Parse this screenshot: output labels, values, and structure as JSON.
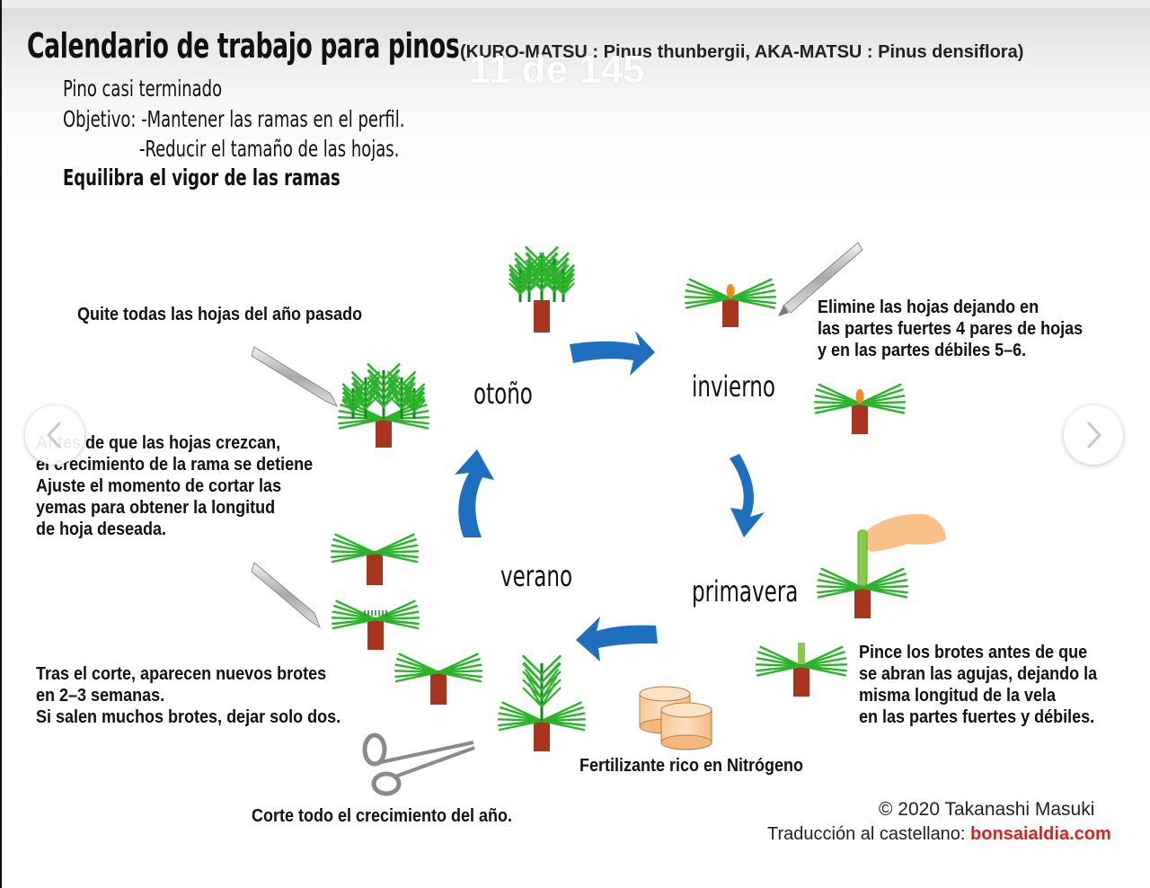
{
  "title": "Calendario de trabajo para pinos",
  "species": "(KURO-MATSU : Pinus thunbergii,   AKA-MATSU : Pinus densiflora)",
  "header": {
    "line1": "Pino casi terminado",
    "line2": "Objetivo: -Mantener las ramas en el perfil.",
    "line3": "-Reducir el tamaño de las hojas.",
    "line4": "Equilibra el vigor de las ramas"
  },
  "viewer": {
    "counter": "11 de 145",
    "prev_icon": "chevron-left-icon",
    "next_icon": "chevron-right-icon"
  },
  "seasons": {
    "otono": "otoño",
    "invierno": "invierno",
    "primavera": "primavera",
    "verano": "verano"
  },
  "notes": {
    "quite": "Quite todas las hojas del año pasado",
    "elimine": [
      "Elimine las hojas dejando en",
      "las partes fuertes 4 pares de hojas",
      "y en las partes débiles 5–6."
    ],
    "antes": [
      "Antes de que las hojas crezcan,",
      "el crecimiento de la rama se detiene",
      "Ajuste el momento de cortar las",
      "yemas para obtener la longitud",
      "de hoja deseada."
    ],
    "tras": [
      "Tras el corte, aparecen nuevos brotes",
      "en 2–3 semanas.",
      "Si salen muchos brotes, dejar solo dos."
    ],
    "pince": [
      "Pince los brotes antes de que",
      "se abran las agujas, dejando la",
      "misma longitud de la vela",
      "en las partes fuertes y débiles."
    ],
    "fertilizante": "Fertilizante rico en Nitrógeno",
    "corte": "Corte todo el crecimiento del año."
  },
  "footer": {
    "copyright": "© 2020 Takanashi Masuki",
    "credit_prefix": "Traducción al castellano: ",
    "credit_site": "bonsaialdia.com"
  },
  "colors": {
    "needle": "#2bb32b",
    "needle_dark": "#118a1f",
    "trunk": "#a8361e",
    "arrow": "#1f6fc0",
    "bud": "#f08a20",
    "candle": "#86cc4a",
    "link": "#e02020"
  }
}
